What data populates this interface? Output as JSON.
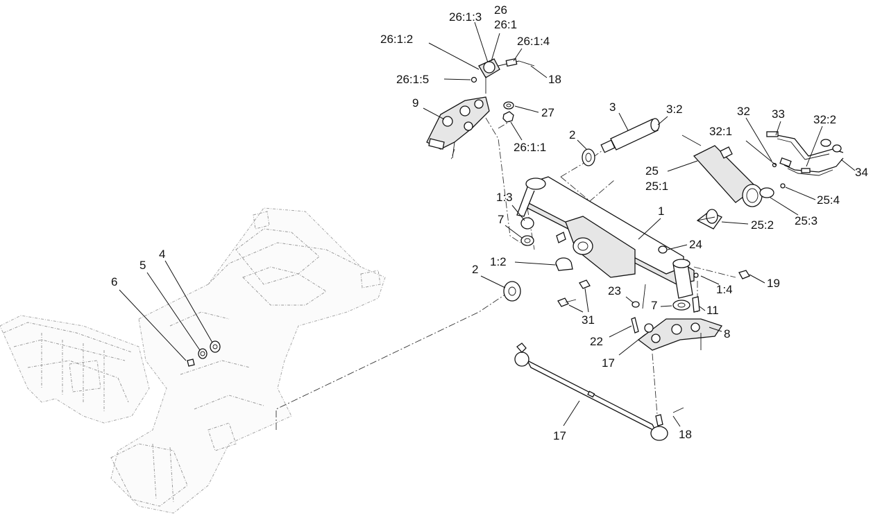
{
  "callouts": {
    "c26_1_3": "26:1:3",
    "c26": "26",
    "c26_1": "26:1",
    "c26_1_2": "26:1:2",
    "c26_1_4": "26:1:4",
    "c26_1_5": "26:1:5",
    "c18_top": "18",
    "c9": "9",
    "c27": "27",
    "c26_1_1": "26:1:1",
    "c3": "3",
    "c3_2": "3:2",
    "c2_top": "2",
    "c32": "32",
    "c33": "33",
    "c32_2": "32:2",
    "c32_1": "32:1",
    "c34": "34",
    "c25": "25",
    "c25_1": "25:1",
    "c25_4": "25:4",
    "c25_3": "25:3",
    "c25_2": "25:2",
    "c1_3": "1:3",
    "c1": "1",
    "c7_top": "7",
    "c24": "24",
    "c1_2": "1:2",
    "c2_mid": "2",
    "c19": "19",
    "c1_4": "1:4",
    "c23": "23",
    "c7_mid": "7",
    "c11": "11",
    "c31": "31",
    "c8": "8",
    "c22": "22",
    "c17_mid": "17",
    "c6": "6",
    "c5": "5",
    "c4": "4",
    "c17_bot": "17",
    "c18_bot": "18"
  }
}
